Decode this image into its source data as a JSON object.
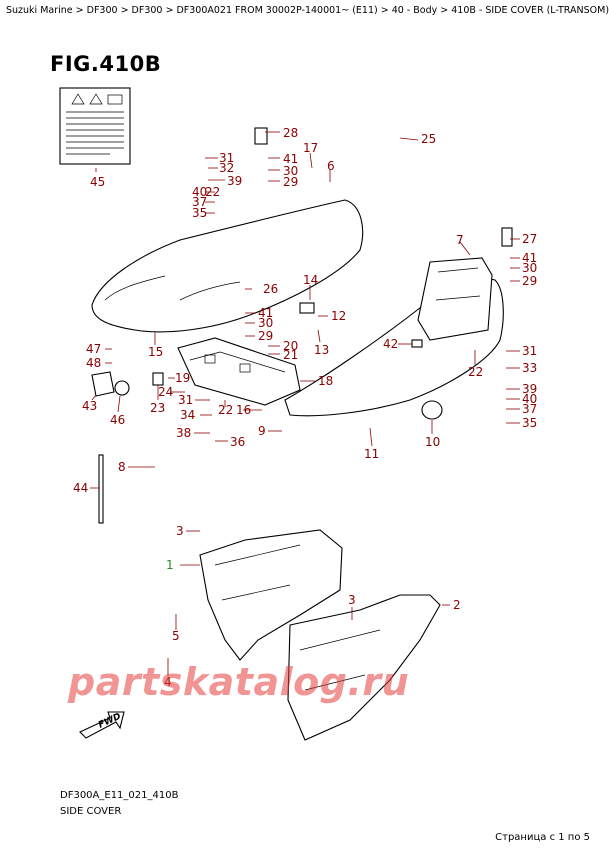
{
  "breadcrumb": "Suzuki Marine > DF300 > DF300 > DF300A021 FROM 30002P-140001~ (E11) > 40 - Body > 410B - SIDE COVER (L-TRANSOM)",
  "figure_title": "FIG.410B",
  "watermark": "partskatalog.ru",
  "fwd_label": "FWD",
  "footer": {
    "code": "DF300A_E11_021_410B",
    "subtitle": "SIDE COVER",
    "page_indicator": "Страница с 1 по 5"
  },
  "colors": {
    "callout": "#8b0000",
    "highlight": "#2a8a2a",
    "watermark": "#e63c3c"
  },
  "callouts": {
    "c1": "1",
    "c2": "2",
    "c3a": "3",
    "c3b": "3",
    "c4": "4",
    "c5": "5",
    "c6": "6",
    "c7": "7",
    "c8": "8",
    "c9": "9",
    "c10": "10",
    "c11": "11",
    "c12": "12",
    "c13": "13",
    "c14": "14",
    "c15": "15",
    "c16": "16",
    "c17": "17",
    "c18": "18",
    "c19": "19",
    "c20": "20",
    "c21": "21",
    "c22a": "22",
    "c22b": "22",
    "c22c": "22",
    "c23": "23",
    "c24": "24",
    "c25": "25",
    "c26": "26",
    "c27": "27",
    "c28": "28",
    "c29a": "29",
    "c29b": "29",
    "c29c": "29",
    "c30a": "30",
    "c30b": "30",
    "c30c": "30",
    "c31a": "31",
    "c31b": "31",
    "c31c": "31",
    "c32": "32",
    "c33": "33",
    "c34": "34",
    "c35a": "35",
    "c35b": "35",
    "c36": "36",
    "c37a": "37",
    "c37b": "37",
    "c38": "38",
    "c39a": "39",
    "c39b": "39",
    "c40a": "40",
    "c40b": "40",
    "c41a": "41",
    "c41b": "41",
    "c41c": "41",
    "c42": "42",
    "c43": "43",
    "c44": "44",
    "c45": "45",
    "c46": "46",
    "c47": "47",
    "c48": "48"
  }
}
